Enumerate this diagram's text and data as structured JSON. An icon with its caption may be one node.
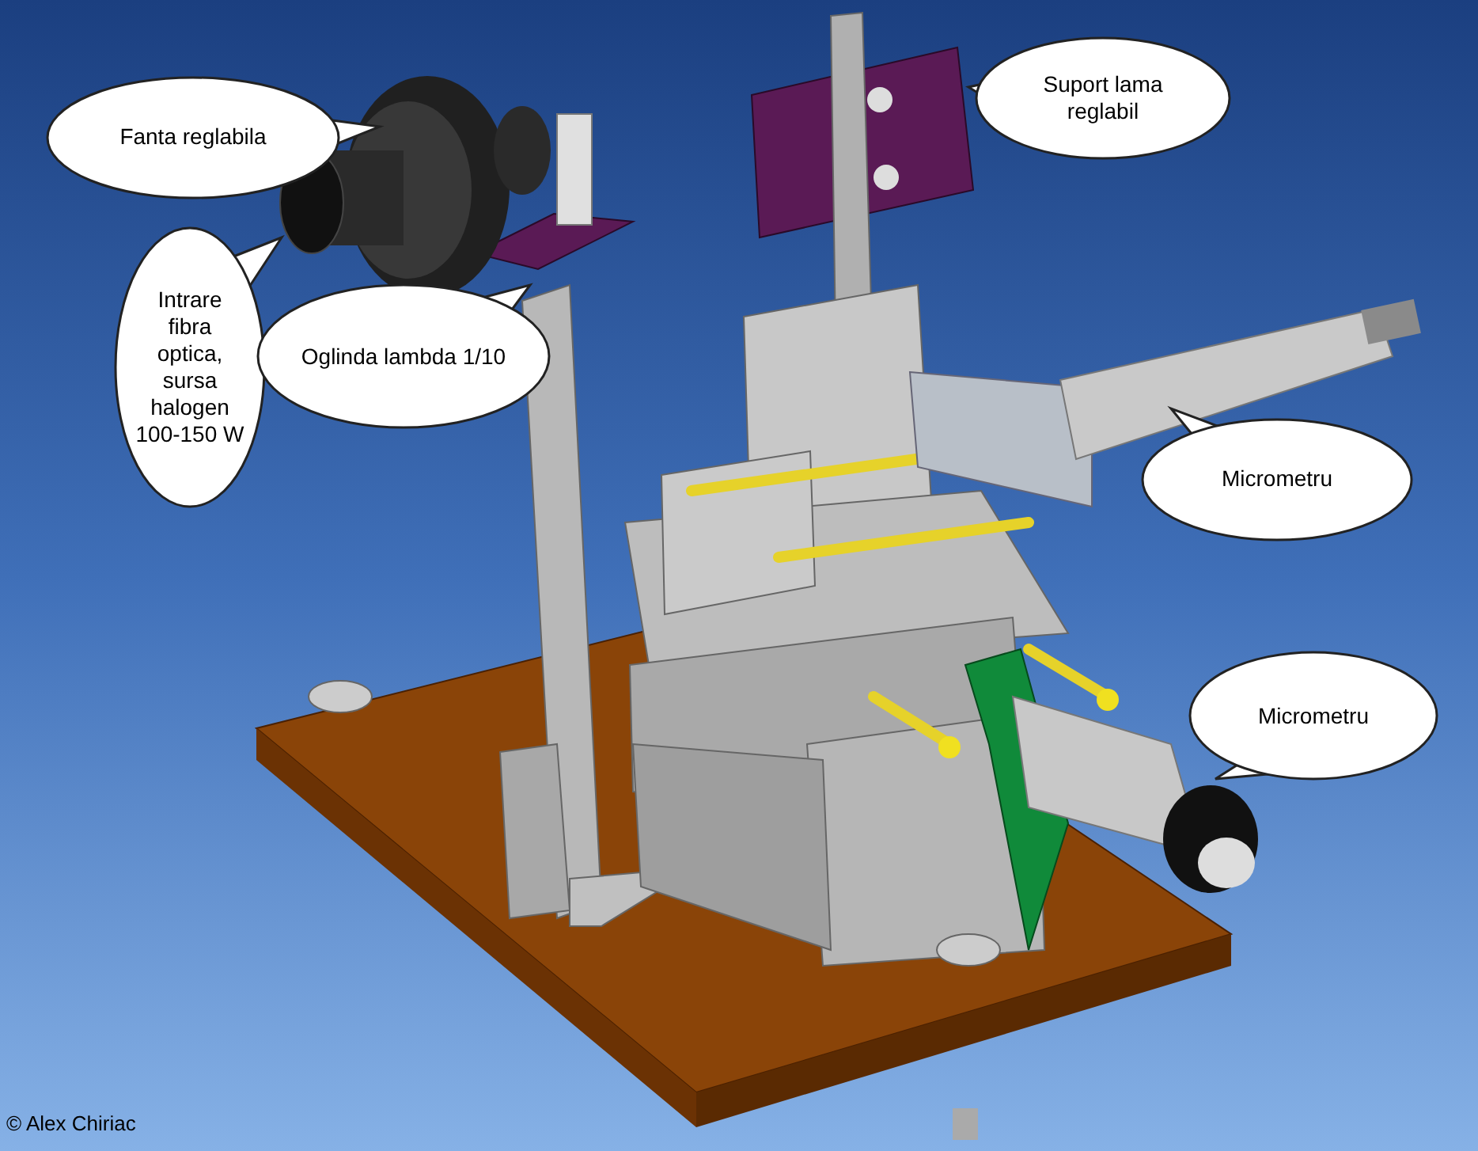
{
  "diagram": {
    "nodes": [
      {
        "text": [
          "Fanta reglabila"
        ]
      },
      {
        "text": [
          "Intrare fibra optica, sursa halogen 100-150 W"
        ]
      },
      {
        "text": [
          "Oglinda lambda 1/10"
        ]
      },
      {
        "text": [
          "Suport lama reglabil"
        ]
      },
      {
        "text": [
          "Micrometru"
        ]
      },
      {
        "text": [
          "Micrometru"
        ]
      }
    ],
    "labels": [
      "© Alex Chiriac"
    ]
  }
}
